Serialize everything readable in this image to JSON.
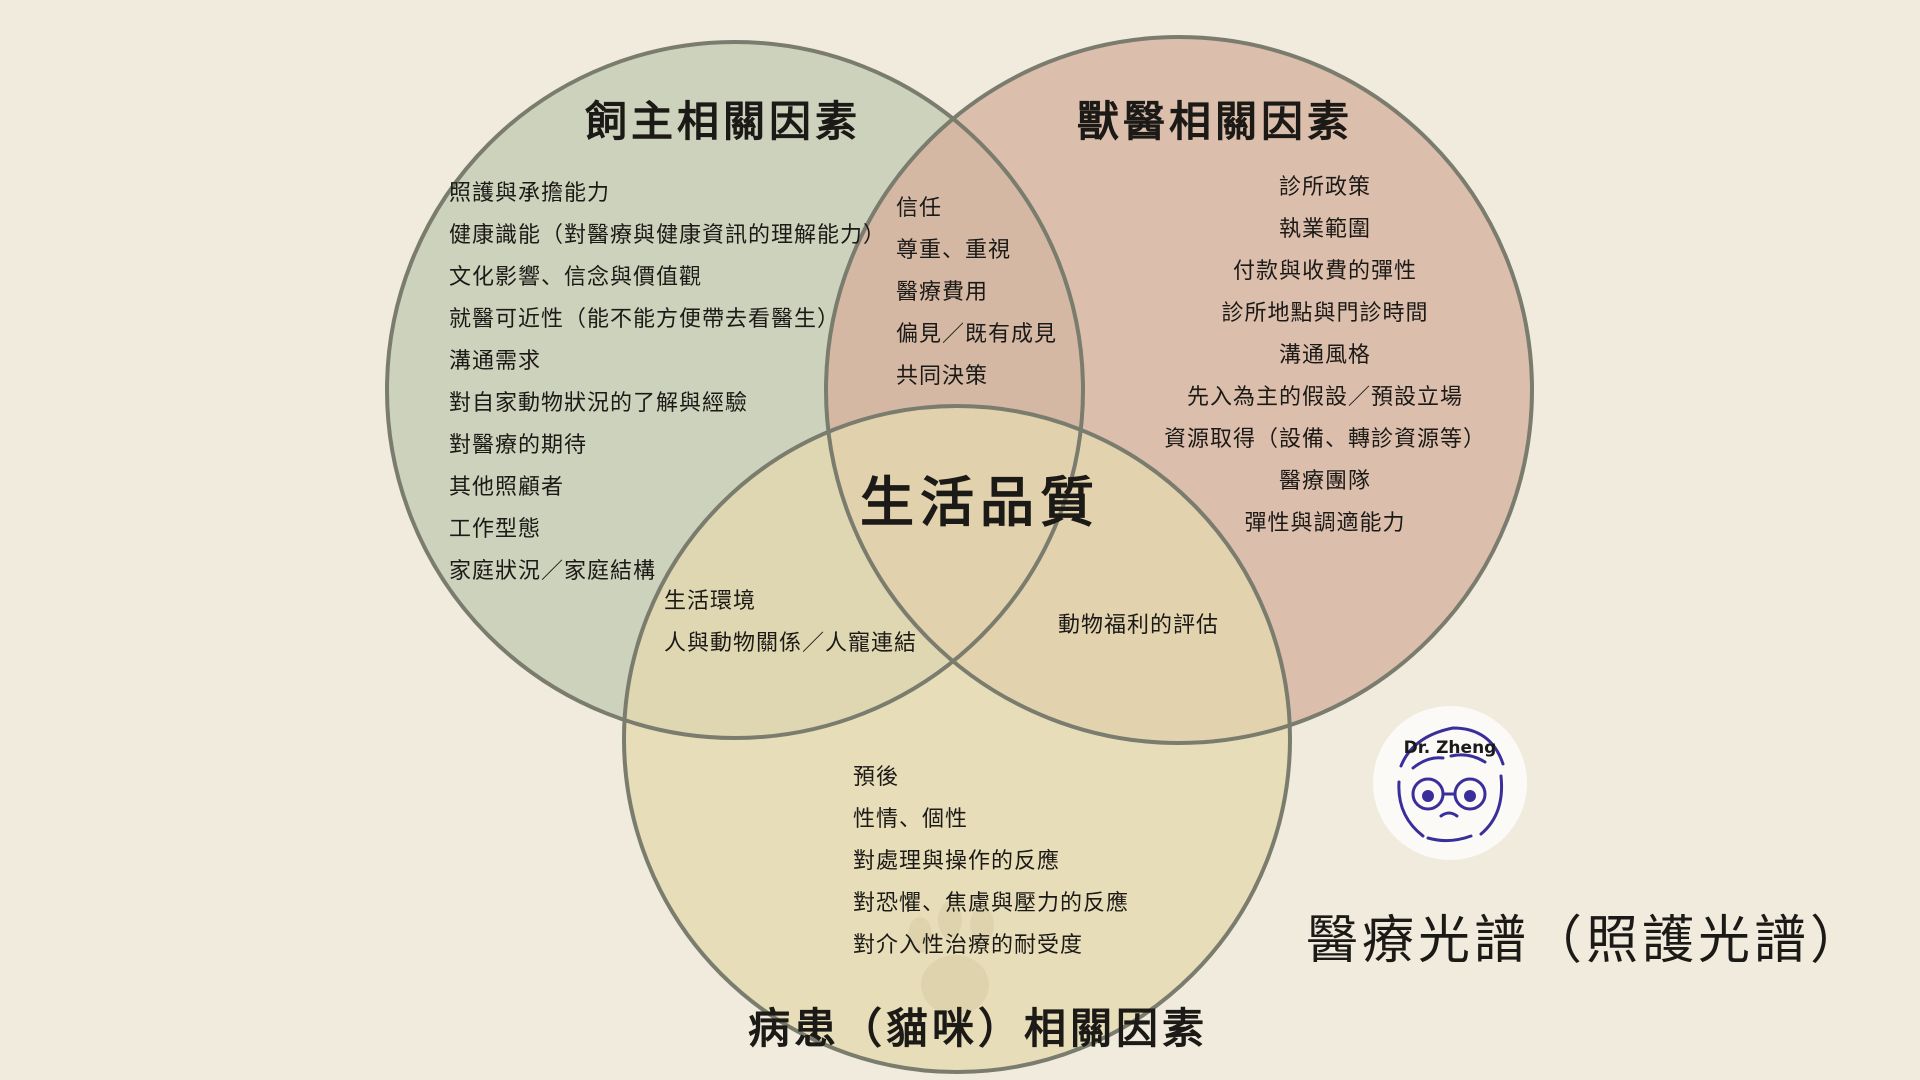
{
  "diagram": {
    "type": "venn",
    "center_label": "生活品質",
    "spectrum_label": "醫療光譜（照護光譜）",
    "logo_text": "Dr. Zheng",
    "colors": {
      "background": "#f1ebdd",
      "owner_circle": "#c9cfb9",
      "vet_circle": "#d8b8a6",
      "patient_circle": "#e6dcb6",
      "circle_stroke": "#7d7f72"
    },
    "sets": {
      "owner": {
        "title": "飼主相關因素",
        "items": [
          "照護與承擔能力",
          "健康識能（對醫療與健康資訊的理解能力）",
          "文化影響、信念與價值觀",
          "就醫可近性（能不能方便帶去看醫生）",
          "溝通需求",
          "對自家動物狀況的了解與經驗",
          "對醫療的期待",
          "其他照顧者",
          "工作型態",
          "家庭狀況／家庭結構"
        ]
      },
      "vet": {
        "title": "獸醫相關因素",
        "items": [
          "診所政策",
          "執業範圍",
          "付款與收費的彈性",
          "診所地點與門診時間",
          "溝通風格",
          "先入為主的假設／預設立場",
          "資源取得（設備、轉診資源等）",
          "醫療團隊",
          "彈性與調適能力"
        ]
      },
      "patient": {
        "title": "病患（貓咪）相關因素",
        "items": [
          "預後",
          "性情、個性",
          "對處理與操作的反應",
          "對恐懼、焦慮與壓力的反應",
          "對介入性治療的耐受度"
        ]
      }
    },
    "intersections": {
      "owner_vet": [
        "信任",
        "尊重、重視",
        "醫療費用",
        "偏見／既有成見",
        "共同決策"
      ],
      "owner_patient": [
        "生活環境",
        "人與動物關係／人寵連結"
      ],
      "vet_patient": [
        "動物福利的評估"
      ]
    }
  }
}
